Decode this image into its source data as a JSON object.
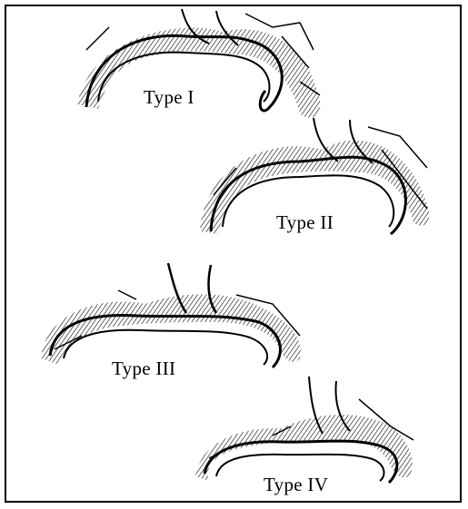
{
  "figure": {
    "labels": [
      "Type I",
      "Type II",
      "Type III",
      "Type IV"
    ]
  },
  "colors": {
    "ink": "#000000",
    "paper": "#ffffff"
  }
}
